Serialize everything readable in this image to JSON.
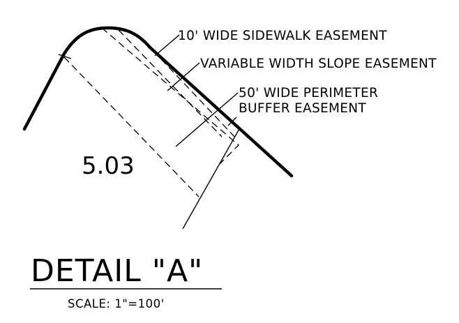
{
  "callouts": [
    {
      "line1": "10' WIDE SIDEWALK EASEMENT"
    },
    {
      "line1": "VARIABLE WIDTH SLOPE EASEMENT"
    },
    {
      "line1": "50' WIDE PERIMETER",
      "line2": "BUFFER EASEMENT"
    }
  ],
  "area_label": "5.03",
  "detail": {
    "title": "DETAIL \"A\"",
    "scale": "SCALE: 1\"=100'"
  }
}
